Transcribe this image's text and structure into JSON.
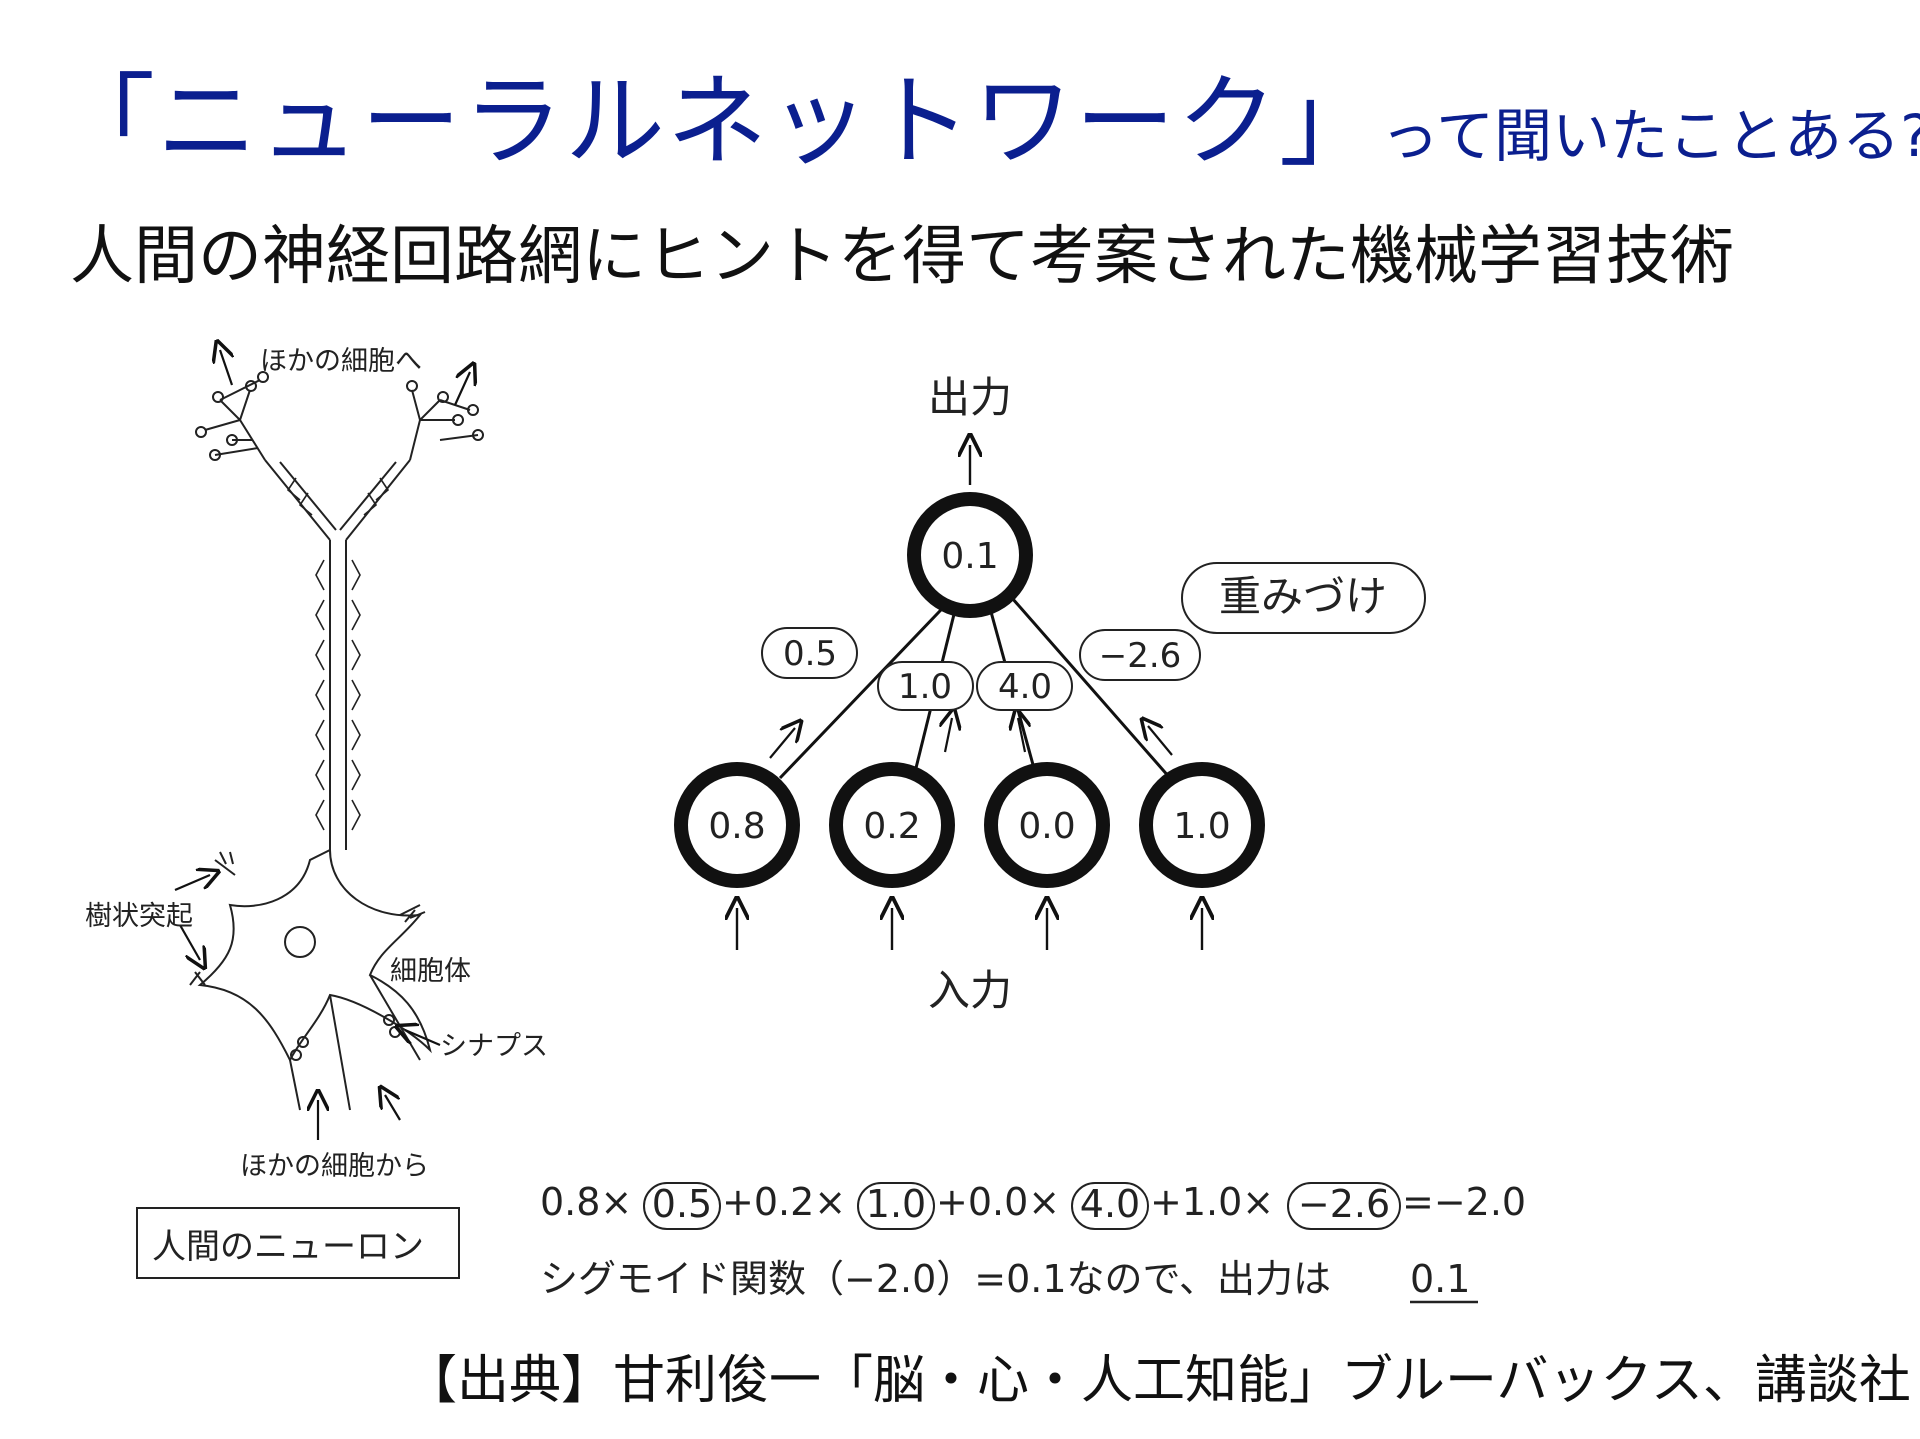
{
  "title": {
    "main": "「ニューラルネットワーク」",
    "suffix": "って聞いたことある?",
    "color": "#0b1f8f"
  },
  "subtitle": "人間の神経回路網にヒントを得て考案された機械学習技術",
  "neuron": {
    "to_other_cells": "ほかの細胞へ",
    "dendrite": "樹状突起",
    "cell_body": "細胞体",
    "synapse": "シナプス",
    "from_other_cells": "ほかの細胞から",
    "caption": "人間のニューロン"
  },
  "network": {
    "output_label": "出力",
    "input_label": "入力",
    "output_value": "0.1",
    "weights_label": "重みづけ",
    "inputs": [
      "0.8",
      "0.2",
      "0.0",
      "1.0"
    ],
    "weights": [
      "0.5",
      "1.0",
      "4.0",
      "−2.6"
    ]
  },
  "formula": {
    "t1": "0.8×",
    "w1": "0.5",
    "t2": "+0.2×",
    "w2": "1.0",
    "t3": "+0.0×",
    "w3": "4.0",
    "t4": "+1.0×",
    "w4": "−2.6",
    "t5": "=−2.0",
    "line2_prefix": "シグモイド関数（−2.0）=0.1なので、出力は",
    "line2_result": "0.1"
  },
  "source": "【出典】甘利俊一「脳・心・人工知能」ブルーバックス、講談社"
}
